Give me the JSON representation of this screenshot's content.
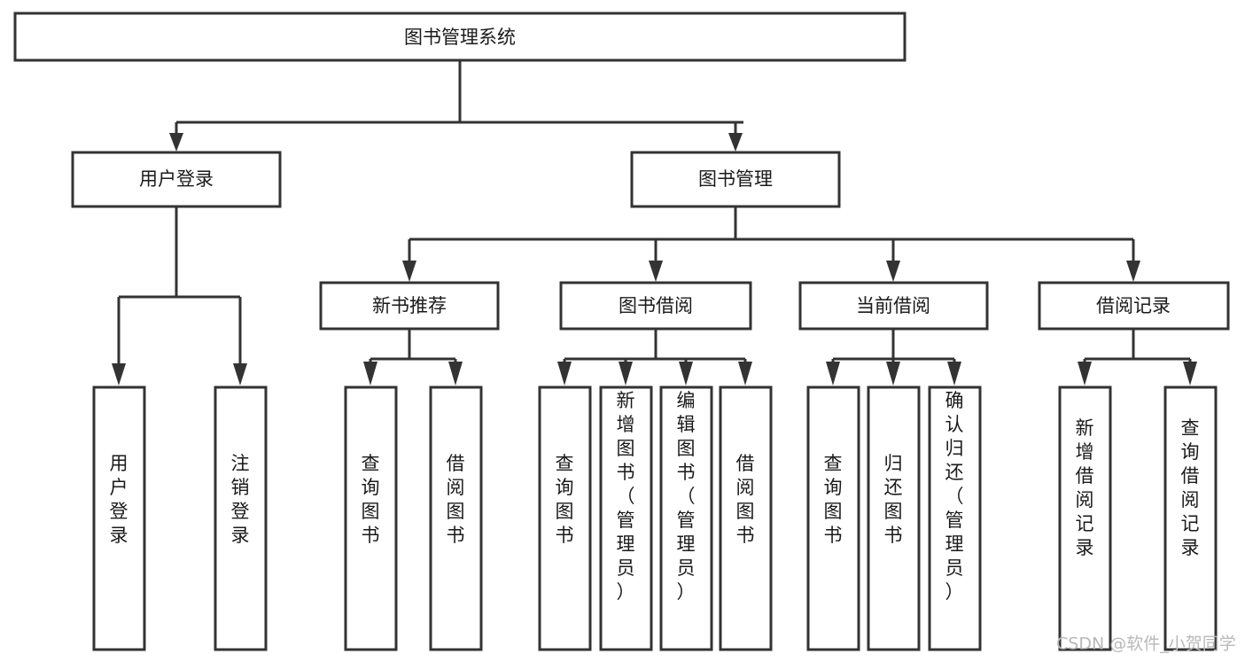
{
  "diagram": {
    "title": "图书管理系统",
    "type": "tree",
    "orientation": "top-down",
    "colors": {
      "box_stroke": "#333333",
      "box_fill": "#ffffff",
      "connector": "#333333",
      "label": "#1a1a1a",
      "background": "#ffffff",
      "watermark": "#b9b9b9"
    },
    "root": {
      "label": "图书管理系统",
      "text_orientation": "horizontal"
    },
    "level2": [
      {
        "label": "用户登录",
        "text_orientation": "horizontal"
      },
      {
        "label": "图书管理",
        "text_orientation": "horizontal"
      }
    ],
    "level3": [
      {
        "label": "新书推荐",
        "text_orientation": "horizontal",
        "parent": "图书管理"
      },
      {
        "label": "图书借阅",
        "text_orientation": "horizontal",
        "parent": "图书管理"
      },
      {
        "label": "当前借阅",
        "text_orientation": "horizontal",
        "parent": "图书管理"
      },
      {
        "label": "借阅记录",
        "text_orientation": "horizontal",
        "parent": "图书管理"
      }
    ],
    "leaves": {
      "user_login": [
        {
          "label": "用户登录",
          "text_orientation": "vertical"
        },
        {
          "label": "注销登录",
          "text_orientation": "vertical"
        }
      ],
      "new_book_recommend": [
        {
          "label": "查询图书",
          "text_orientation": "vertical"
        },
        {
          "label": "借阅图书",
          "text_orientation": "vertical"
        }
      ],
      "book_borrow": [
        {
          "label": "查询图书",
          "text_orientation": "vertical"
        },
        {
          "label": "新增图书（管理员）",
          "text_orientation": "vertical"
        },
        {
          "label": "编辑图书（管理员）",
          "text_orientation": "vertical"
        },
        {
          "label": "借阅图书",
          "text_orientation": "vertical"
        }
      ],
      "current_borrow": [
        {
          "label": "查询图书",
          "text_orientation": "vertical"
        },
        {
          "label": "归还图书",
          "text_orientation": "vertical"
        },
        {
          "label": "确认归还（管理员）",
          "text_orientation": "vertical"
        }
      ],
      "borrow_record": [
        {
          "label": "新增借阅记录",
          "text_orientation": "vertical"
        },
        {
          "label": "查询借阅记录",
          "text_orientation": "vertical"
        }
      ]
    }
  },
  "watermark": {
    "text": "CSDN @软件_小贺同学"
  }
}
